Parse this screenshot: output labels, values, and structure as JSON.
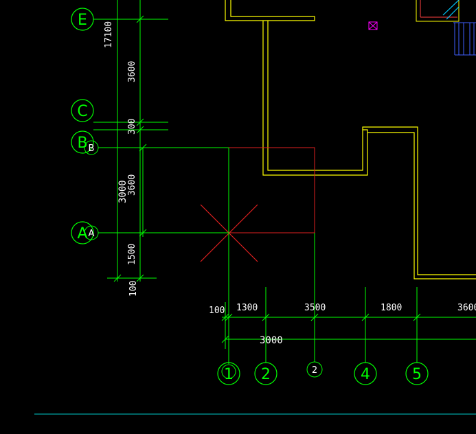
{
  "drawing": {
    "axis_labels_rows": {
      "E": "E",
      "C": "C",
      "B": "B",
      "B_small": "B",
      "A": "A",
      "A_small": "A"
    },
    "axis_labels_cols": {
      "c1": "1",
      "c2": "2",
      "c2_small": "2",
      "c4": "4",
      "c5": "5"
    },
    "vertical_dims": {
      "d17100": "17100",
      "d3600_top": "3600",
      "d300": "300",
      "d3600_mid": "3600",
      "d3000": "3000",
      "d1500": "1500",
      "d100": "100"
    },
    "horizontal_dims": {
      "h100": "100",
      "h1300": "1300",
      "h3500": "3500",
      "h1800": "1800",
      "h3600": "3600",
      "h3000": "3000"
    },
    "colors": {
      "background": "#000000",
      "grid_lines": "#00ff00",
      "walls": "#ffff00",
      "selection_box": "#ff2020",
      "marker": "#ff00ff",
      "baseline": "#00cccc",
      "text": "#ffffff"
    }
  }
}
